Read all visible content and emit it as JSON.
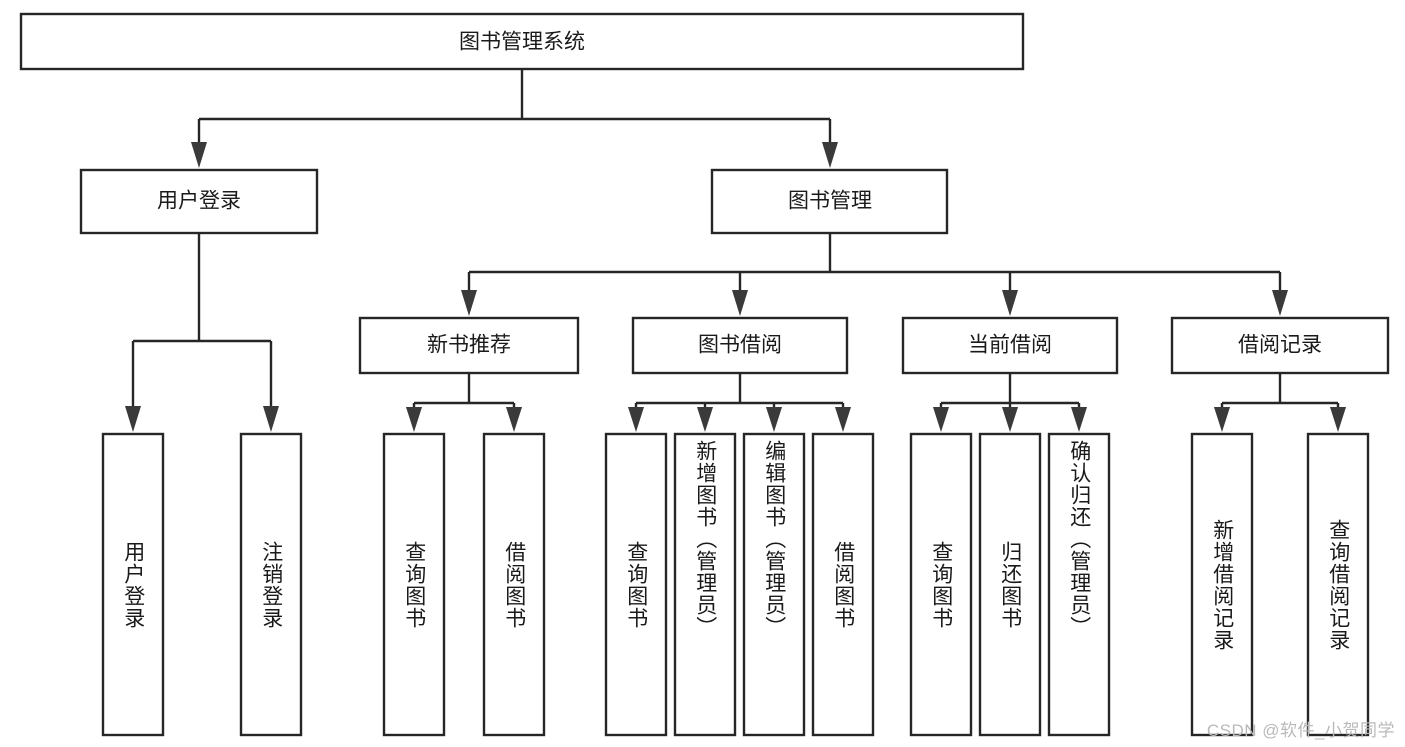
{
  "diagram": {
    "title": "图书管理系统",
    "type": "tree",
    "orientation": "top-down",
    "watermark": "CSDN @软件_小贺同学",
    "colors": {
      "box_stroke": "#262626",
      "box_fill": "#ffffff",
      "connector": "#262626",
      "arrow": "#3a3a3a",
      "text": "#1a1a1a",
      "watermark": "#b9b9b9"
    },
    "levels": {
      "root": "图书管理系统",
      "level2": [
        "用户登录",
        "图书管理"
      ],
      "level3": [
        "新书推荐",
        "图书借阅",
        "当前借阅",
        "借阅记录"
      ]
    },
    "nodes": {
      "root": {
        "label": "图书管理系统"
      },
      "user_login": {
        "label": "用户登录"
      },
      "book_manage": {
        "label": "图书管理"
      },
      "new_book_rec": {
        "label": "新书推荐"
      },
      "book_borrow": {
        "label": "图书借阅"
      },
      "current_borrow": {
        "label": "当前借阅"
      },
      "borrow_record": {
        "label": "借阅记录"
      }
    },
    "leaves": {
      "user_login": [
        {
          "label": "用户登录"
        },
        {
          "label": "注销登录"
        }
      ],
      "new_book_rec": [
        {
          "label": "查询图书"
        },
        {
          "label": "借阅图书"
        }
      ],
      "book_borrow": [
        {
          "label": "查询图书"
        },
        {
          "label": "新增图书（管理员）"
        },
        {
          "label": "编辑图书（管理员）"
        },
        {
          "label": "借阅图书"
        }
      ],
      "current_borrow": [
        {
          "label": "查询图书"
        },
        {
          "label": "归还图书"
        },
        {
          "label": "确认归还（管理员）"
        }
      ],
      "borrow_record": [
        {
          "label": "新增借阅记录"
        },
        {
          "label": "查询借阅记录"
        }
      ]
    }
  }
}
